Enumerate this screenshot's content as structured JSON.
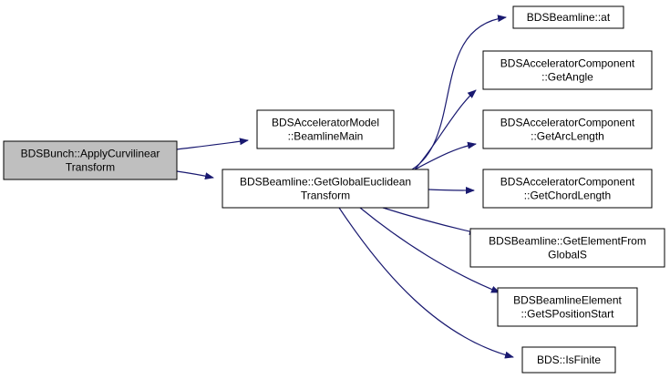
{
  "colors": {
    "edge": "#191970",
    "root_fill": "#bfbfbf",
    "node_fill": "#ffffff",
    "node_border": "#000000"
  },
  "nodes": {
    "apply_curvilinear": {
      "lines": [
        "BDSBunch::ApplyCurvilinear",
        "Transform"
      ]
    },
    "beamline_main": {
      "lines": [
        "BDSAcceleratorModel",
        "::BeamlineMain"
      ]
    },
    "get_global_euclidean": {
      "lines": [
        "BDSBeamline::GetGlobalEuclidean",
        "Transform"
      ]
    },
    "at": {
      "lines": [
        "BDSBeamline::at"
      ]
    },
    "get_angle": {
      "lines": [
        "BDSAcceleratorComponent",
        "::GetAngle"
      ]
    },
    "get_arc_length": {
      "lines": [
        "BDSAcceleratorComponent",
        "::GetArcLength"
      ]
    },
    "get_chord_length": {
      "lines": [
        "BDSAcceleratorComponent",
        "::GetChordLength"
      ]
    },
    "get_element_from_global_s": {
      "lines": [
        "BDSBeamline::GetElementFrom",
        "GlobalS"
      ]
    },
    "get_s_position_start": {
      "lines": [
        "BDSBeamlineElement",
        "::GetSPositionStart"
      ]
    },
    "is_finite": {
      "lines": [
        "BDS::IsFinite"
      ]
    }
  },
  "edges": [
    {
      "from": "apply_curvilinear",
      "to": "beamline_main"
    },
    {
      "from": "apply_curvilinear",
      "to": "get_global_euclidean"
    },
    {
      "from": "get_global_euclidean",
      "to": "at"
    },
    {
      "from": "get_global_euclidean",
      "to": "get_angle"
    },
    {
      "from": "get_global_euclidean",
      "to": "get_arc_length"
    },
    {
      "from": "get_global_euclidean",
      "to": "get_chord_length"
    },
    {
      "from": "get_global_euclidean",
      "to": "get_element_from_global_s"
    },
    {
      "from": "get_global_euclidean",
      "to": "get_s_position_start"
    },
    {
      "from": "get_global_euclidean",
      "to": "is_finite"
    }
  ]
}
